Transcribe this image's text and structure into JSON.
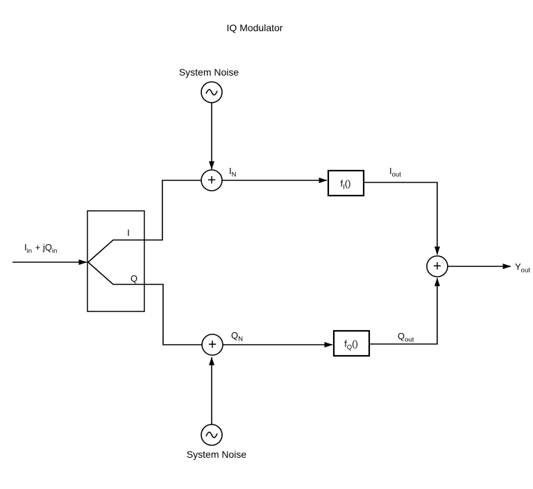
{
  "title": "IQ Modulator",
  "colors": {
    "ink": "#000000",
    "background": "#ffffff"
  },
  "icons": {
    "noise_source_icon": "sine-wave",
    "arrowhead_icon": "filled-triangle"
  },
  "sources": {
    "top": {
      "label": "System Noise"
    },
    "bottom": {
      "label": "System Noise"
    }
  },
  "summers": {
    "symbol": "+"
  },
  "splitter": {
    "branch_i": "I",
    "branch_q": "Q"
  },
  "blocks": {
    "fi": {
      "base": "f",
      "sub": "I",
      "args": "()"
    },
    "fq": {
      "base": "f",
      "sub": "Q",
      "args": "()"
    }
  },
  "signals": {
    "input": {
      "p1": "I",
      "s1": "in",
      "p2": " + jQ",
      "s2": "in"
    },
    "i_n": {
      "base": "I",
      "sub": "N"
    },
    "q_n": {
      "base": "Q",
      "sub": "N"
    },
    "i_out": {
      "base": "I",
      "sub": "out"
    },
    "q_out": {
      "base": "Q",
      "sub": "out"
    },
    "y_out": {
      "base": "Y",
      "sub": "out"
    }
  }
}
